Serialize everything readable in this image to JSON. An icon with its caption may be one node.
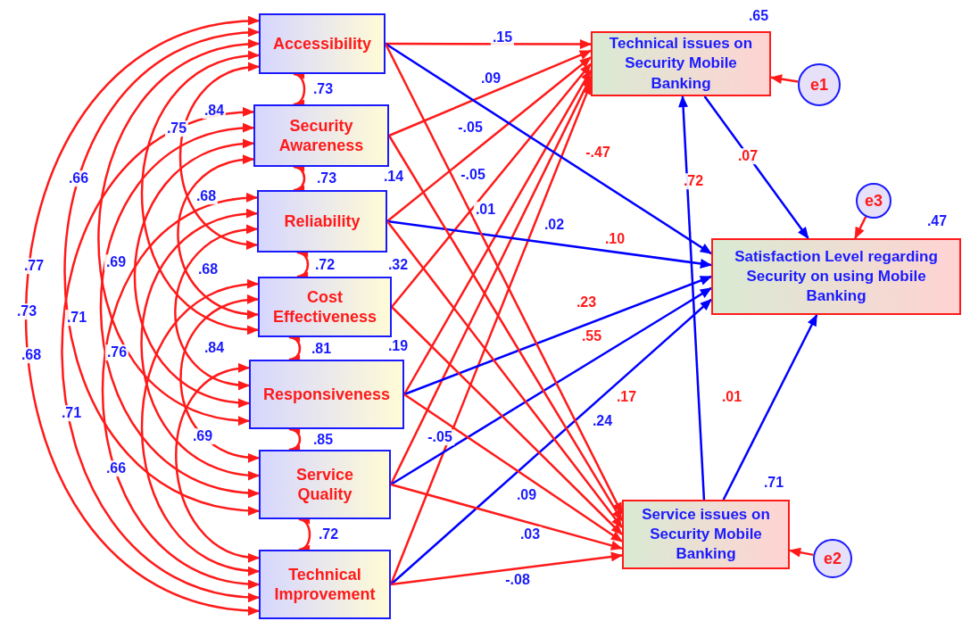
{
  "diagram": {
    "nodes": [
      {
        "text": [
          "Accessibility"
        ]
      },
      {
        "text": [
          "Security Awareness"
        ]
      },
      {
        "text": [
          "Reliability"
        ]
      },
      {
        "text": [
          "Cost Effectiveness"
        ]
      },
      {
        "text": [
          "Responsiveness"
        ]
      },
      {
        "text": [
          "Service Quality"
        ]
      },
      {
        "text": [
          "Technical Improvement"
        ]
      },
      {
        "text": [
          "Technical issues on Security Mobile Banking"
        ],
        "beside": [
          ".65"
        ]
      },
      {
        "text": [
          "Satisfaction Level regarding Security on using Mobile Banking"
        ],
        "beside": [
          ".47"
        ]
      },
      {
        "text": [
          "Service issues on Security Mobile Banking"
        ],
        "beside": [
          ".71"
        ]
      },
      {
        "text": [
          "e1"
        ]
      },
      {
        "text": [
          "e3"
        ]
      },
      {
        "text": [
          "e2"
        ]
      }
    ],
    "edges": [
      {
        "from": 0,
        "to": 1,
        "arrow": "both"
      },
      {
        "from": 0,
        "to": 2,
        "arrow": "both"
      },
      {
        "from": 0,
        "to": 3,
        "arrow": "both"
      },
      {
        "from": 0,
        "to": 4,
        "arrow": "both"
      },
      {
        "from": 0,
        "to": 5,
        "arrow": "both"
      },
      {
        "from": 0,
        "to": 6,
        "arrow": "both"
      },
      {
        "from": 1,
        "to": 2,
        "arrow": "both"
      },
      {
        "from": 1,
        "to": 3,
        "arrow": "both"
      },
      {
        "from": 1,
        "to": 4,
        "arrow": "both"
      },
      {
        "from": 1,
        "to": 5,
        "arrow": "both"
      },
      {
        "from": 1,
        "to": 6,
        "arrow": "both"
      },
      {
        "from": 2,
        "to": 3,
        "arrow": "both"
      },
      {
        "from": 2,
        "to": 4,
        "arrow": "both"
      },
      {
        "from": 2,
        "to": 5,
        "arrow": "both"
      },
      {
        "from": 2,
        "to": 6,
        "arrow": "both"
      },
      {
        "from": 3,
        "to": 4,
        "arrow": "both"
      },
      {
        "from": 3,
        "to": 5,
        "arrow": "both"
      },
      {
        "from": 3,
        "to": 6,
        "arrow": "both"
      },
      {
        "from": 4,
        "to": 5,
        "arrow": "both"
      },
      {
        "from": 4,
        "to": 6,
        "arrow": "both"
      },
      {
        "from": 5,
        "to": 6,
        "arrow": "both"
      },
      {
        "from": 0,
        "to": 7,
        "arrow": "to"
      },
      {
        "from": 1,
        "to": 7,
        "arrow": "to"
      },
      {
        "from": 2,
        "to": 7,
        "arrow": "to"
      },
      {
        "from": 3,
        "to": 7,
        "arrow": "to"
      },
      {
        "from": 4,
        "to": 7,
        "arrow": "to"
      },
      {
        "from": 5,
        "to": 7,
        "arrow": "to"
      },
      {
        "from": 6,
        "to": 7,
        "arrow": "to"
      },
      {
        "from": 0,
        "to": 8,
        "arrow": "to",
        "color": "#0000ff"
      },
      {
        "from": 2,
        "to": 8,
        "arrow": "to",
        "color": "#0000ff"
      },
      {
        "from": 4,
        "to": 8,
        "arrow": "to",
        "color": "#0000ff"
      },
      {
        "from": 5,
        "to": 8,
        "arrow": "to",
        "color": "#0000ff"
      },
      {
        "from": 6,
        "to": 8,
        "arrow": "to",
        "color": "#0000ff"
      },
      {
        "from": 0,
        "to": 9,
        "arrow": "to"
      },
      {
        "from": 1,
        "to": 9,
        "arrow": "to"
      },
      {
        "from": 2,
        "to": 9,
        "arrow": "to"
      },
      {
        "from": 3,
        "to": 9,
        "arrow": "to"
      },
      {
        "from": 4,
        "to": 9,
        "arrow": "to"
      },
      {
        "from": 5,
        "to": 9,
        "arrow": "to"
      },
      {
        "from": 6,
        "to": 9,
        "arrow": "to"
      },
      {
        "from": 7,
        "to": 8,
        "arrow": "to",
        "color": "#0000ff"
      },
      {
        "from": 9,
        "to": 7,
        "arrow": "to",
        "color": "#0000ff"
      },
      {
        "from": 9,
        "to": 8,
        "arrow": "to",
        "color": "#0000ff"
      },
      {
        "from": 10,
        "to": 7,
        "arrow": "to"
      },
      {
        "from": 11,
        "to": 8,
        "arrow": "to"
      },
      {
        "from": 12,
        "to": 9,
        "arrow": "to"
      }
    ],
    "labels": [
      ".15",
      ".09",
      ".73",
      ".84",
      ".75",
      "-.05",
      "-.47",
      ".07",
      ".66",
      ".73",
      ".14",
      "-.05",
      ".72",
      ".68",
      ".01",
      ".02",
      ".10",
      ".77",
      ".69",
      ".68",
      ".72",
      ".32",
      ".23",
      ".73",
      ".71",
      ".55",
      ".68",
      ".76",
      ".84",
      ".81",
      ".19",
      ".17",
      ".01",
      ".71",
      ".24",
      ".69",
      ".85",
      "-.05",
      ".66",
      ".09",
      ".72",
      ".03",
      "-.08"
    ]
  }
}
